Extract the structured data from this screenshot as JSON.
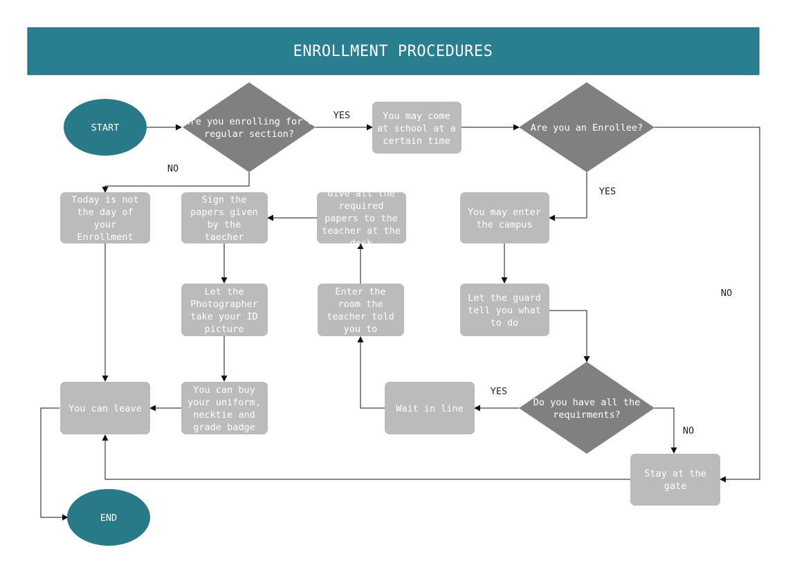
{
  "title": "ENROLLMENT PROCEDURES",
  "colors": {
    "header": "#297e8f",
    "terminal": "#287a88",
    "process": "#bbbbbb",
    "decision": "#808080",
    "line": "#111111",
    "text_light": "#ffffff",
    "text_dark": "#222222"
  },
  "nodes": {
    "start": {
      "label": "START"
    },
    "end": {
      "label": "END"
    },
    "d_regular": {
      "lines": [
        "Are you enrolling for a",
        "regular section?"
      ]
    },
    "come_school": {
      "lines": [
        "You may come",
        "at school at a",
        "certain time"
      ]
    },
    "d_enrollee": {
      "lines": [
        "Are you an Enrollee?"
      ]
    },
    "not_day": {
      "lines": [
        "Today is not",
        "the day of",
        "your",
        "Enrollment"
      ]
    },
    "sign_papers": {
      "lines": [
        "Sign the",
        "papers given",
        "by the",
        "taecher"
      ]
    },
    "give_papers": {
      "lines": [
        "Give all the",
        "required",
        "papers to the",
        "teacher at the",
        "desk"
      ]
    },
    "enter_campus": {
      "lines": [
        "You may enter",
        "the campus"
      ]
    },
    "photographer": {
      "lines": [
        "Let the",
        "Photographer",
        "take your ID",
        "picture"
      ]
    },
    "enter_room": {
      "lines": [
        "Enter the",
        "room the",
        "teacher told",
        "you to"
      ]
    },
    "guard": {
      "lines": [
        "Let the guard",
        "tell you what",
        "to do"
      ]
    },
    "can_leave": {
      "lines": [
        "You can leave"
      ]
    },
    "buy_uniform": {
      "lines": [
        "You can buy",
        "your uniform,",
        "necktie and",
        "grade badge"
      ]
    },
    "wait_line": {
      "lines": [
        "Wait in line"
      ]
    },
    "d_requirements": {
      "lines": [
        "Do you have all the",
        "requirments?"
      ]
    },
    "stay_gate": {
      "lines": [
        "Stay at the",
        "gate"
      ]
    }
  },
  "edge_labels": {
    "yes_regular": "YES",
    "no_regular": "NO",
    "yes_enrollee": "YES",
    "no_enrollee": "NO",
    "yes_requirements": "YES",
    "no_requirements": "NO"
  }
}
